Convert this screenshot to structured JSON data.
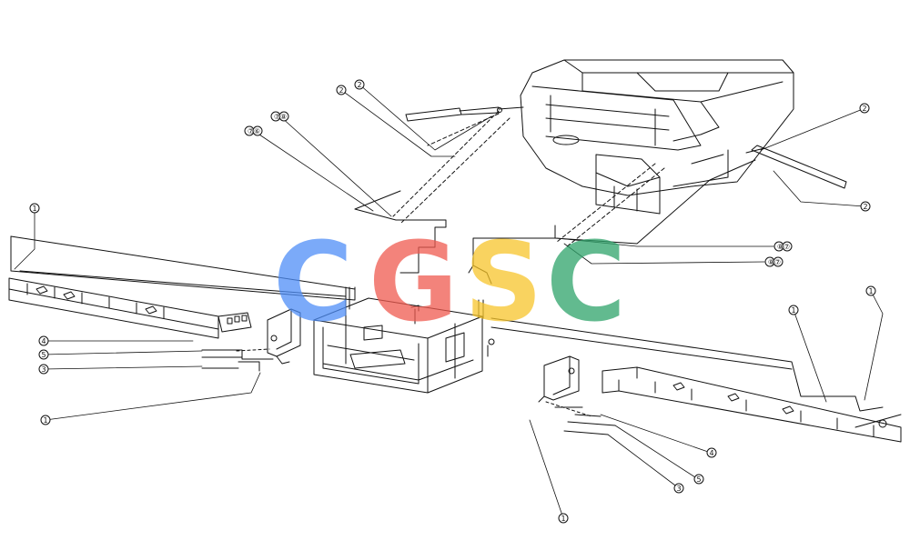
{
  "diagram": {
    "callouts": [
      {
        "id": "c-top-2a",
        "label": "2"
      },
      {
        "id": "c-top-2b",
        "label": "2"
      },
      {
        "id": "c-top-78",
        "label": "⑦⑧"
      },
      {
        "id": "c-top-76",
        "label": "⑦⑥"
      },
      {
        "id": "c-right-2a",
        "label": "2"
      },
      {
        "id": "c-right-2b",
        "label": "2"
      },
      {
        "id": "c-mid-87a",
        "label": "⑧⑦"
      },
      {
        "id": "c-mid-87b",
        "label": "⑧⑦"
      },
      {
        "id": "c-left-1",
        "label": "1"
      },
      {
        "id": "c-left-4",
        "label": "4"
      },
      {
        "id": "c-left-5",
        "label": "5"
      },
      {
        "id": "c-left-3",
        "label": "3"
      },
      {
        "id": "c-left-1b",
        "label": "1"
      },
      {
        "id": "c-right-1a",
        "label": "1"
      },
      {
        "id": "c-right-1b",
        "label": "1"
      },
      {
        "id": "c-right-4",
        "label": "4"
      },
      {
        "id": "c-right-5",
        "label": "5"
      },
      {
        "id": "c-right-3",
        "label": "3"
      },
      {
        "id": "c-bottom-1",
        "label": "1"
      }
    ],
    "watermark": {
      "letters": [
        "C",
        "G",
        "S",
        "C"
      ],
      "colors": [
        "#4f8ef7",
        "#ef5a4f",
        "#f7c52b",
        "#2ea36a"
      ]
    },
    "line_color": "#111111"
  }
}
